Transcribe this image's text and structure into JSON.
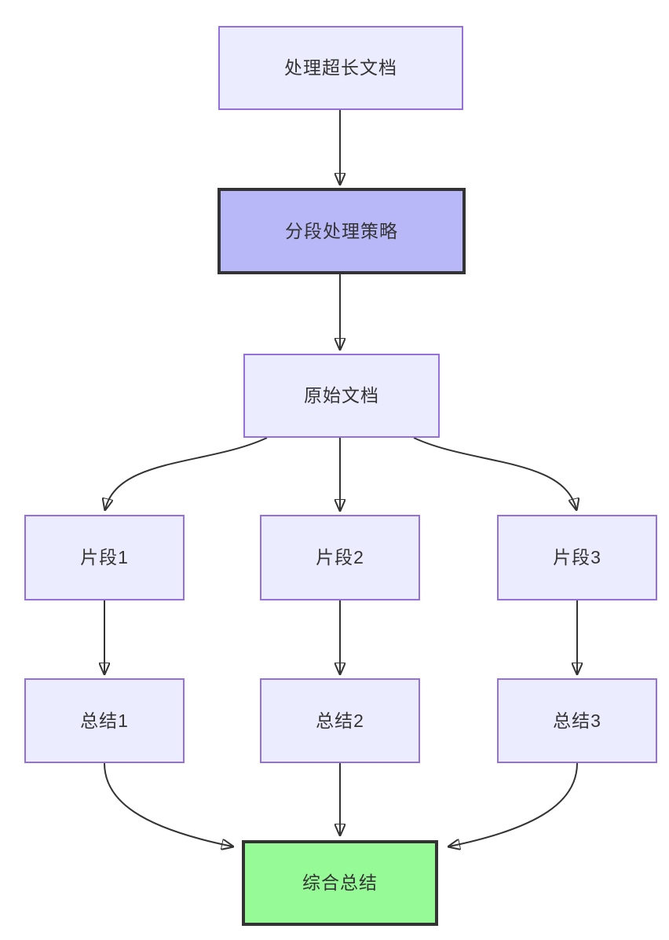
{
  "diagram": {
    "type": "flowchart",
    "direction": "top-down",
    "background": "#FFFFFF"
  },
  "nodes": [
    {
      "id": "A",
      "label": "处理超长文档",
      "variant": "default"
    },
    {
      "id": "B",
      "label": "分段处理策略",
      "variant": "emphasis"
    },
    {
      "id": "C",
      "label": "原始文档",
      "variant": "default"
    },
    {
      "id": "D1",
      "label": "片段1",
      "variant": "default"
    },
    {
      "id": "D2",
      "label": "片段2",
      "variant": "default"
    },
    {
      "id": "D3",
      "label": "片段3",
      "variant": "default"
    },
    {
      "id": "E1",
      "label": "总结1",
      "variant": "default"
    },
    {
      "id": "E2",
      "label": "总结2",
      "variant": "default"
    },
    {
      "id": "E3",
      "label": "总结3",
      "variant": "default"
    },
    {
      "id": "F",
      "label": "综合总结",
      "variant": "success"
    }
  ],
  "edges": [
    {
      "from": "A",
      "to": "B"
    },
    {
      "from": "B",
      "to": "C"
    },
    {
      "from": "C",
      "to": "D1"
    },
    {
      "from": "C",
      "to": "D2"
    },
    {
      "from": "C",
      "to": "D3"
    },
    {
      "from": "D1",
      "to": "E1"
    },
    {
      "from": "D2",
      "to": "E2"
    },
    {
      "from": "D3",
      "to": "E3"
    },
    {
      "from": "E1",
      "to": "F"
    },
    {
      "from": "E2",
      "to": "F"
    },
    {
      "from": "E3",
      "to": "F"
    }
  ],
  "colors": {
    "node_fill": "#ECECFF",
    "node_border": "#9370DB",
    "emphasis_fill": "#B8B8F8",
    "emphasis_border": "#333333",
    "success_fill": "#96FA96",
    "success_border": "#333333",
    "edge": "#333333",
    "text": "#333333",
    "background": "#FFFFFF"
  }
}
